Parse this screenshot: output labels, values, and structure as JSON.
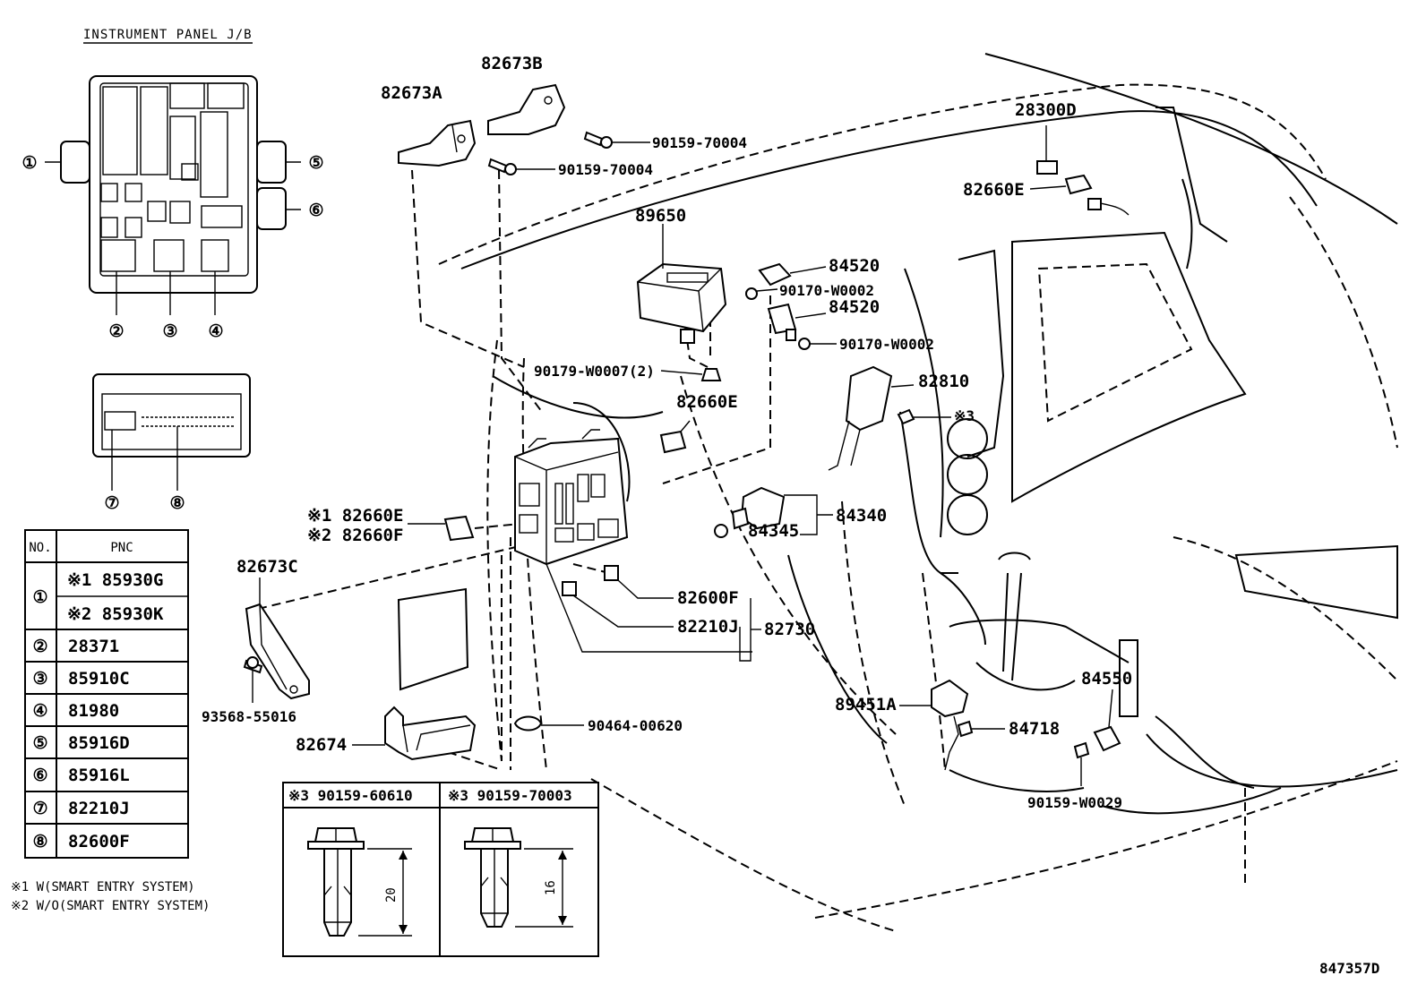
{
  "title": "INSTRUMENT PANEL J/B",
  "callouts": {
    "c1": "①",
    "c2": "②",
    "c3": "③",
    "c4": "④",
    "c5": "⑤",
    "c6": "⑥",
    "c7": "⑦",
    "c8": "⑧"
  },
  "table": {
    "headers": {
      "no": "NO.",
      "pnc": "PNC"
    },
    "rows": [
      {
        "no": "①",
        "pnc": "※1 85930G"
      },
      {
        "no": "",
        "pnc": "※2 85930K"
      },
      {
        "no": "②",
        "pnc": "28371"
      },
      {
        "no": "③",
        "pnc": "85910C"
      },
      {
        "no": "④",
        "pnc": "81980"
      },
      {
        "no": "⑤",
        "pnc": "85916D"
      },
      {
        "no": "⑥",
        "pnc": "85916L"
      },
      {
        "no": "⑦",
        "pnc": "82210J"
      },
      {
        "no": "⑧",
        "pnc": "82600F"
      }
    ]
  },
  "notes": {
    "n1": "※1  W(SMART ENTRY SYSTEM)",
    "n2": "※2  W/O(SMART ENTRY SYSTEM)"
  },
  "parts": {
    "p82673B": "82673B",
    "p82673A": "82673A",
    "p90159_70004a": "90159-70004",
    "p90159_70004b": "90159-70004",
    "p28300D": "28300D",
    "p82660E_r": "82660E",
    "p89650": "89650",
    "p84520a": "84520",
    "p90170a": "90170-W0002",
    "p84520b": "84520",
    "p90170b": "90170-W0002",
    "p90179": "90179-W0007(2)",
    "p82810": "82810",
    "p82660E_c": "82660E",
    "p_s3": "※3",
    "p82660E_l": "※1 82660E",
    "p82660F_l": "※2 82660F",
    "p84340": "84340",
    "p84345": "84345",
    "p82673C": "82673C",
    "p82600F": "82600F",
    "p82210J": "82210J",
    "p82730": "82730",
    "p93568": "93568-55016",
    "p84550": "84550",
    "p89451A": "89451A",
    "p84718": "84718",
    "p90464": "90464-00620",
    "p82674": "82674",
    "p90159_W0029": "90159-W0029"
  },
  "fasteners": [
    {
      "label": "※3 90159-60610",
      "dimension": "20"
    },
    {
      "label": "※3 90159-70003",
      "dimension": "16"
    }
  ],
  "diagram_id": "847357D"
}
